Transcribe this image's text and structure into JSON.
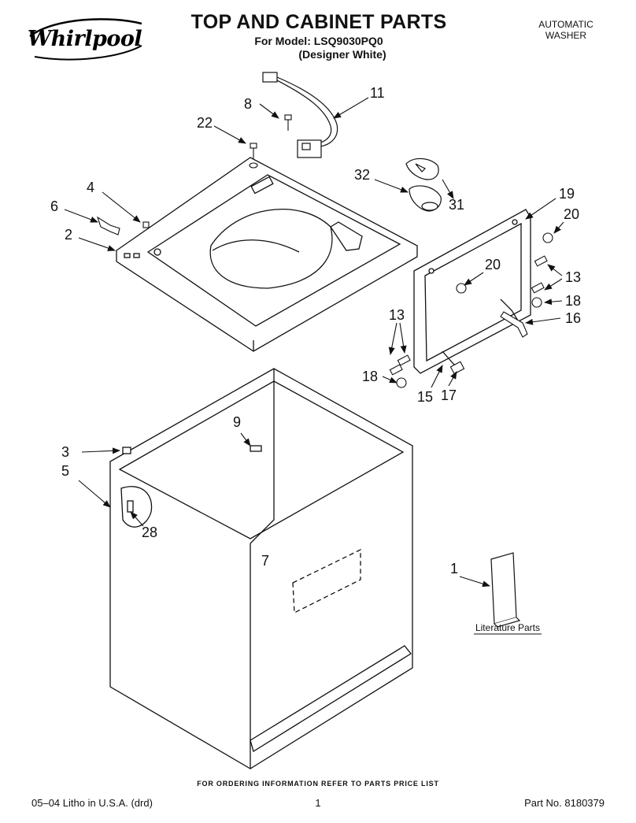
{
  "header": {
    "brand": "Whirlpool",
    "title": "TOP AND CABINET PARTS",
    "model_line": "For Model: LSQ9030PQ0",
    "variant_line": "(Designer White)",
    "product_type_line1": "AUTOMATIC",
    "product_type_line2": "WASHER"
  },
  "callouts": {
    "c1": "1",
    "c2": "2",
    "c3": "3",
    "c4": "4",
    "c5": "5",
    "c6": "6",
    "c7": "7",
    "c8": "8",
    "c9": "9",
    "c11": "11",
    "c13a": "13",
    "c13b": "13",
    "c15": "15",
    "c16": "16",
    "c17": "17",
    "c18a": "18",
    "c18b": "18",
    "c19": "19",
    "c20a": "20",
    "c20b": "20",
    "c22": "22",
    "c28": "28",
    "c31": "31",
    "c32": "32"
  },
  "literature_caption": "Literature Parts",
  "footer": {
    "ordering_note": "FOR ORDERING INFORMATION REFER TO PARTS PRICE LIST",
    "litho": "05–04 Litho in U.S.A. (drd)",
    "page_number": "1",
    "part_number": "Part No. 8180379"
  }
}
